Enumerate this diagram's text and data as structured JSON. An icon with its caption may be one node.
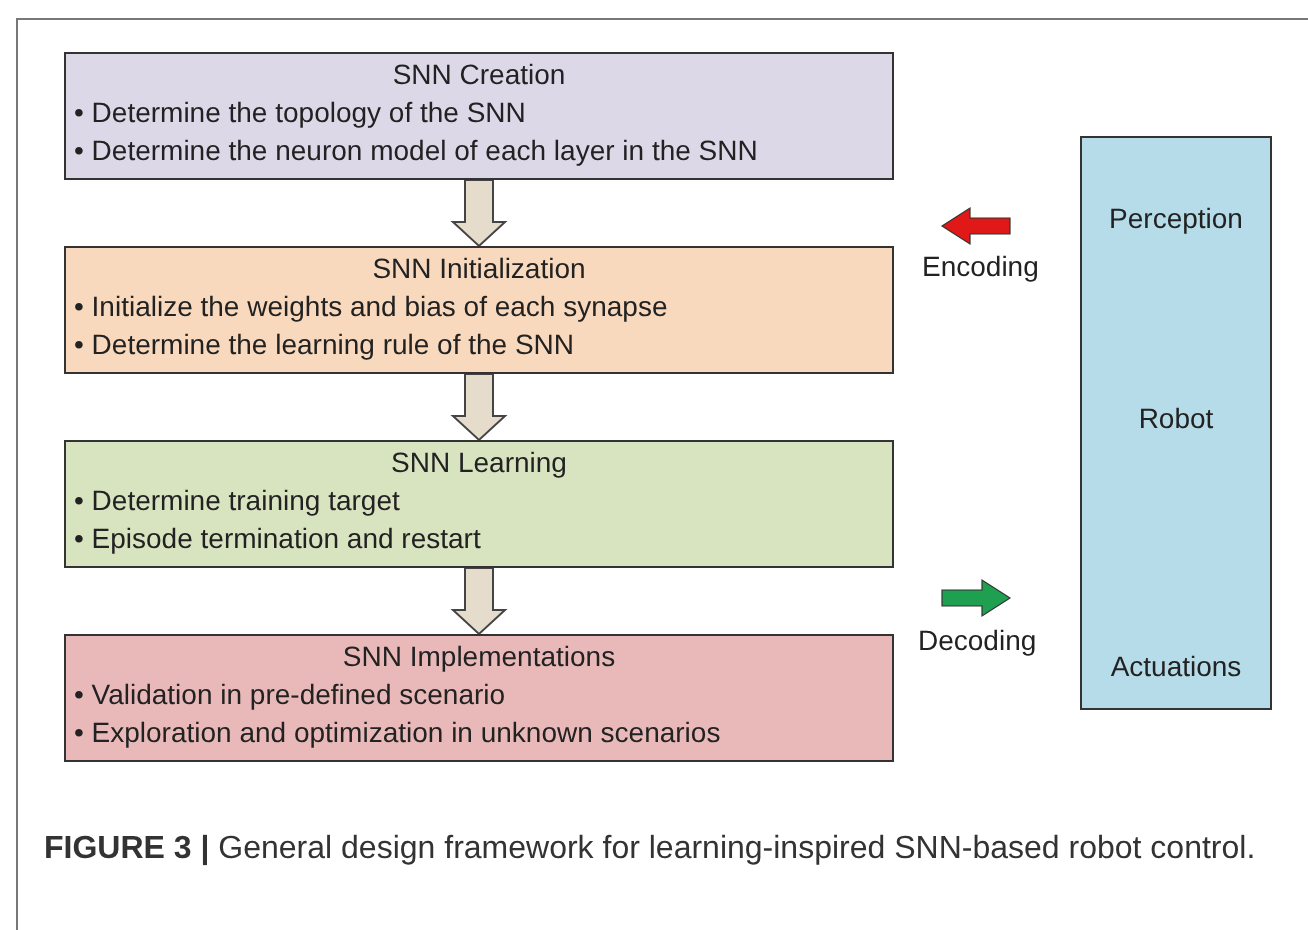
{
  "diagram": {
    "caption": "**FIGURE 3 |** General design framework for learning-inspired SNN-based robot control.",
    "nodes": [
      {
        "text": [
          "SNN Creation",
          "• Determine the topology of the SNN",
          "• Determine the neuron model of each layer in the SNN"
        ]
      },
      {
        "text": [
          "SNN Initialization",
          "• Initialize the weights and bias of each synapse",
          "• Determine the learning rule of the SNN"
        ]
      },
      {
        "text": [
          "SNN Learning",
          "• Determine training target",
          "• Episode termination and restart"
        ]
      },
      {
        "text": [
          "SNN Implementations",
          "• Validation in pre-defined scenario",
          "• Exploration and optimization in unknown scenarios"
        ]
      },
      {
        "text": [
          "Perception",
          "Robot",
          "Actuations"
        ]
      }
    ],
    "edges": [
      {
        "from": 0,
        "to": 1,
        "arrow": "to"
      },
      {
        "from": 1,
        "to": 2,
        "arrow": "to"
      },
      {
        "from": 2,
        "to": 3,
        "arrow": "to"
      }
    ],
    "labels": [
      "Encoding",
      "Decoding"
    ]
  }
}
